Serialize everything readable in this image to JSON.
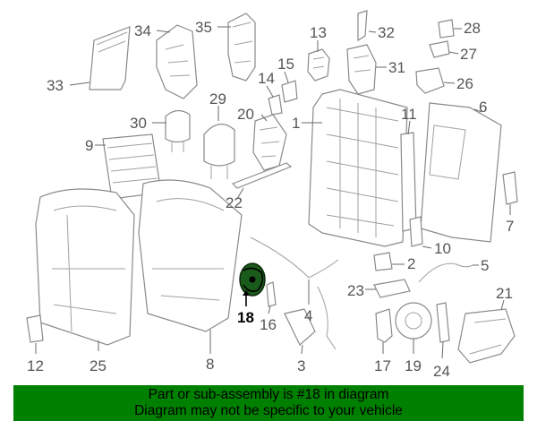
{
  "diagram": {
    "callouts": [
      "1",
      "2",
      "3",
      "4",
      "5",
      "6",
      "7",
      "8",
      "9",
      "10",
      "11",
      "12",
      "13",
      "14",
      "15",
      "16",
      "17",
      "18",
      "19",
      "20",
      "21",
      "22",
      "23",
      "24",
      "25",
      "26",
      "27",
      "28",
      "29",
      "30",
      "31",
      "32",
      "33",
      "34",
      "35"
    ],
    "highlighted_callout": "18",
    "highlight_color": "#1a5a1a"
  },
  "caption": {
    "line1": "Part or sub-assembly is #18 in diagram",
    "line2": "Diagram may not be specific to your vehicle",
    "background_color": "#008000"
  }
}
